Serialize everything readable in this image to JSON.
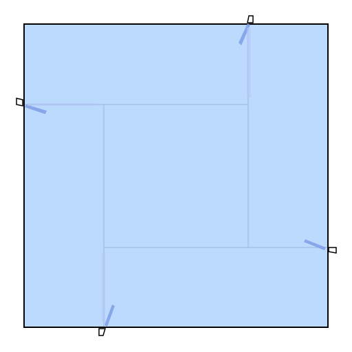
{
  "colors": {
    "background": "#ffffff",
    "panel_fill": "#bcdafe",
    "panel_border": "#000000",
    "inner_line": "#9ab4e0",
    "blade_fill": "#7f9ee6",
    "blade_highlight": "#b3c6f5",
    "handle_fill": "#ffffff",
    "handle_border": "#000000"
  },
  "pinwheel": {
    "shape": "square panel divided by four offset guide lines forming a central square",
    "blades": [
      {
        "name": "top",
        "icon": "rotated-blade-handle"
      },
      {
        "name": "right",
        "icon": "rotated-blade-handle"
      },
      {
        "name": "bottom",
        "icon": "rotated-blade-handle"
      },
      {
        "name": "left",
        "icon": "rotated-blade-handle"
      }
    ]
  }
}
